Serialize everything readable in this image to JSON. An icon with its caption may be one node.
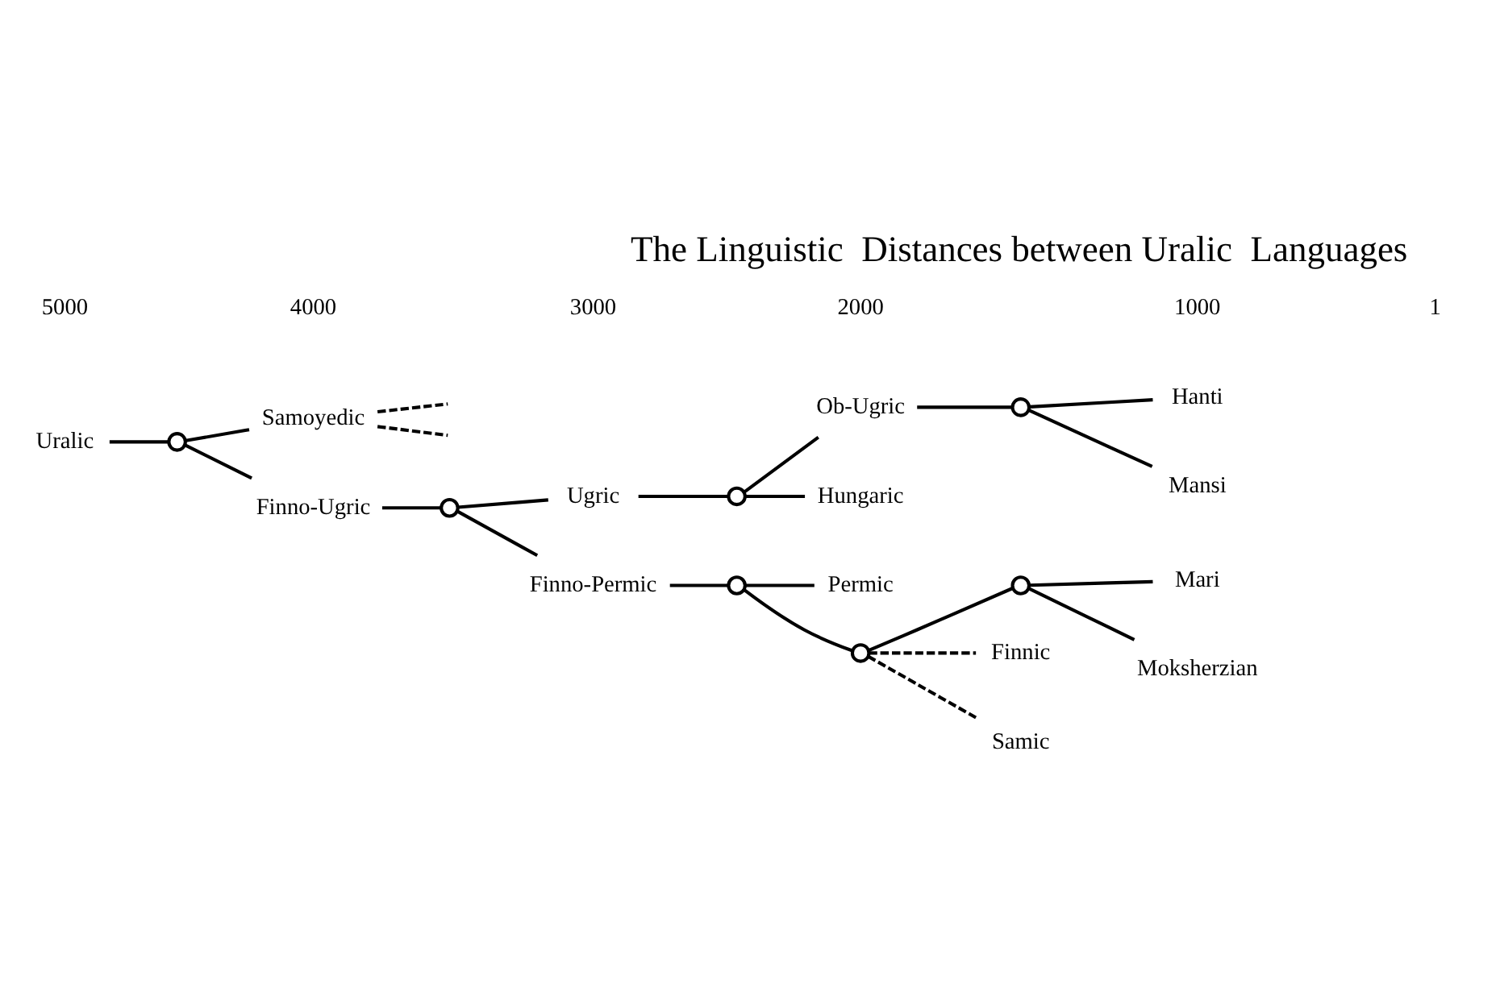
{
  "diagram": {
    "title": "The Linguistic  Distances between Uralic  Languages",
    "nodes": [
      {
        "text": [
          "Uralic"
        ]
      },
      {
        "text": [],
        "shape": "circle"
      },
      {
        "text": [
          "Samoyedic"
        ]
      },
      {
        "text": [
          "Finno-Ugric"
        ]
      },
      {
        "text": [],
        "shape": "circle"
      },
      {
        "text": [
          "Ugric"
        ]
      },
      {
        "text": [],
        "shape": "circle"
      },
      {
        "text": [
          "Ob-Ugric"
        ]
      },
      {
        "text": [],
        "shape": "circle"
      },
      {
        "text": [
          "Hanti"
        ]
      },
      {
        "text": [
          "Mansi"
        ]
      },
      {
        "text": [
          "Hungaric"
        ]
      },
      {
        "text": [
          "Finno-Permic"
        ]
      },
      {
        "text": [],
        "shape": "circle"
      },
      {
        "text": [
          "Permic"
        ]
      },
      {
        "text": [],
        "shape": "circle"
      },
      {
        "text": [],
        "shape": "circle"
      },
      {
        "text": [
          "Mari"
        ]
      },
      {
        "text": [
          "Moksherzian"
        ]
      },
      {
        "text": [
          "Finnic"
        ]
      },
      {
        "text": [
          "Samic"
        ]
      }
    ],
    "edges": [
      {
        "from": 0,
        "to": 1,
        "arrow": "none"
      },
      {
        "from": 1,
        "to": 2,
        "arrow": "none"
      },
      {
        "from": 1,
        "to": 3,
        "arrow": "none"
      },
      {
        "from": 3,
        "to": 4,
        "arrow": "none"
      },
      {
        "from": 4,
        "to": 5,
        "arrow": "none"
      },
      {
        "from": 5,
        "to": 6,
        "arrow": "none"
      },
      {
        "from": 6,
        "to": 7,
        "arrow": "none"
      },
      {
        "from": 7,
        "to": 8,
        "arrow": "none"
      },
      {
        "from": 8,
        "to": 9,
        "arrow": "none"
      },
      {
        "from": 8,
        "to": 10,
        "arrow": "none"
      },
      {
        "from": 6,
        "to": 11,
        "arrow": "none"
      },
      {
        "from": 4,
        "to": 12,
        "arrow": "none"
      },
      {
        "from": 12,
        "to": 13,
        "arrow": "none"
      },
      {
        "from": 13,
        "to": 14,
        "arrow": "none"
      },
      {
        "from": 13,
        "to": 15,
        "arrow": "none"
      },
      {
        "from": 15,
        "to": 16,
        "arrow": "none"
      },
      {
        "from": 16,
        "to": 17,
        "arrow": "none"
      },
      {
        "from": 16,
        "to": 18,
        "arrow": "none"
      },
      {
        "from": 15,
        "to": 19,
        "arrow": "none",
        "style": "dashed"
      },
      {
        "from": 15,
        "to": 20,
        "arrow": "none",
        "style": "dashed"
      },
      {
        "from": 2,
        "to": null,
        "arrow": "none",
        "style": "dashed"
      },
      {
        "from": 2,
        "to": null,
        "arrow": "none",
        "style": "dashed"
      }
    ],
    "labels": [
      "5000",
      "4000",
      "3000",
      "2000",
      "1000",
      "1"
    ]
  }
}
